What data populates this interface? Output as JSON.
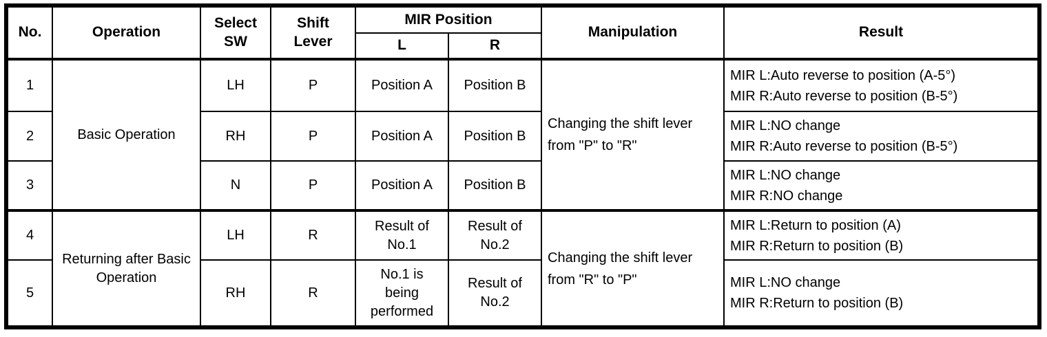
{
  "table": {
    "colors": {
      "border": "#000000",
      "background": "#ffffff",
      "text": "#000000"
    },
    "headers": {
      "no": "No.",
      "operation": "Operation",
      "select_sw": "Select SW",
      "shift_lever": "Shift Lever",
      "mir_position": "MIR Position",
      "mir_l": "L",
      "mir_r": "R",
      "manipulation": "Manipulation",
      "result": "Result"
    },
    "groups": [
      {
        "operation": "Basic Operation",
        "manipulation": "Changing the shift lever from \"P\" to \"R\""
      },
      {
        "operation": "Returning after Basic Operation",
        "manipulation": "Changing the shift lever from \"R\" to \"P\""
      }
    ],
    "rows": [
      {
        "no": "1",
        "select_sw": "LH",
        "shift_lever": "P",
        "mir_l": "Position A",
        "mir_r": "Position B",
        "result_l": "MIR L:Auto reverse to position (A-5°)",
        "result_r": "MIR R:Auto reverse to position (B-5°)"
      },
      {
        "no": "2",
        "select_sw": "RH",
        "shift_lever": "P",
        "mir_l": "Position A",
        "mir_r": "Position B",
        "result_l": "MIR L:NO change",
        "result_r": "MIR R:Auto reverse to position (B-5°)"
      },
      {
        "no": "3",
        "select_sw": "N",
        "shift_lever": "P",
        "mir_l": "Position A",
        "mir_r": "Position B",
        "result_l": "MIR L:NO change",
        "result_r": "MIR R:NO change"
      },
      {
        "no": "4",
        "select_sw": "LH",
        "shift_lever": "R",
        "mir_l": "Result of No.1",
        "mir_r": "Result of No.2",
        "result_l": "MIR L:Return to position (A)",
        "result_r": "MIR R:Return to position (B)"
      },
      {
        "no": "5",
        "select_sw": "RH",
        "shift_lever": "R",
        "mir_l": "No.1 is being performed",
        "mir_r": "Result of No.2",
        "result_l": "MIR L:NO change",
        "result_r": "MIR R:Return to position (B)"
      }
    ]
  }
}
